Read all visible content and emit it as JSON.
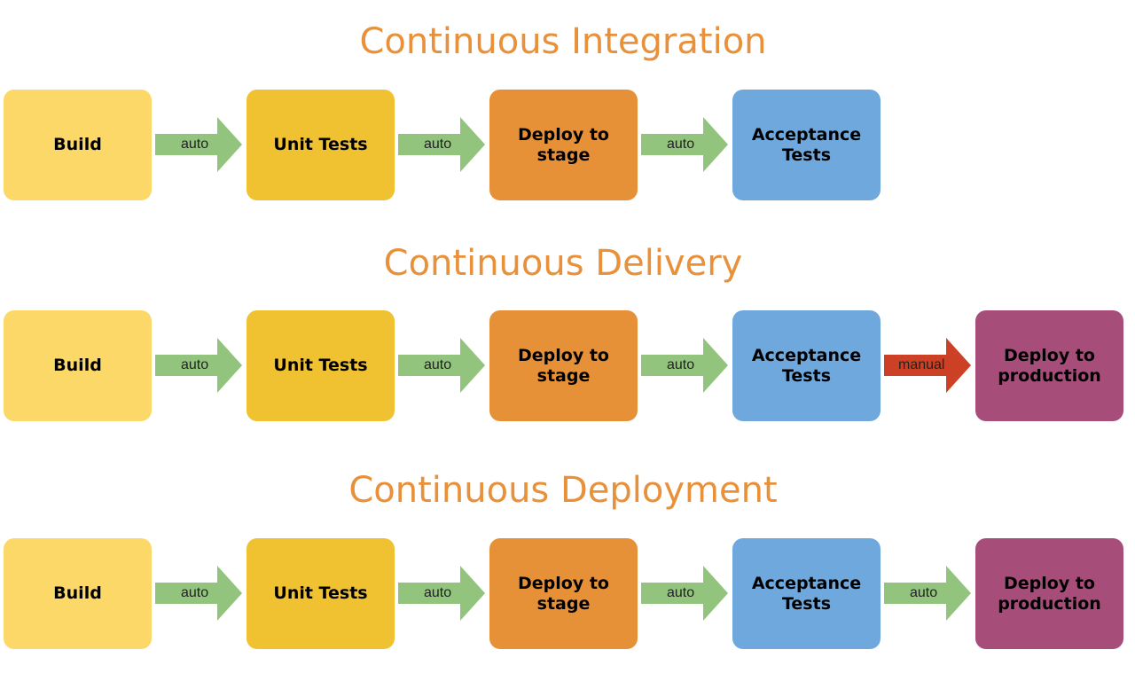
{
  "colors": {
    "build": "#fcd869",
    "unit_tests": "#f0c232",
    "deploy_stage": "#e69138",
    "acceptance": "#6fa8dc",
    "deploy_prod": "#a64d79",
    "arrow_auto": "#93c47d",
    "arrow_manual": "#cc4125",
    "title": "#e8913a"
  },
  "rows": [
    {
      "title": "Continuous Integration",
      "stages": [
        {
          "label": "Build",
          "color": "build"
        },
        {
          "label": "Unit Tests",
          "color": "unit_tests"
        },
        {
          "label": "Deploy to stage",
          "color": "deploy_stage"
        },
        {
          "label": "Acceptance Tests",
          "color": "acceptance"
        }
      ],
      "transitions": [
        "auto",
        "auto",
        "auto"
      ]
    },
    {
      "title": "Continuous Delivery",
      "stages": [
        {
          "label": "Build",
          "color": "build"
        },
        {
          "label": "Unit Tests",
          "color": "unit_tests"
        },
        {
          "label": "Deploy to stage",
          "color": "deploy_stage"
        },
        {
          "label": "Acceptance Tests",
          "color": "acceptance"
        },
        {
          "label": "Deploy to production",
          "color": "deploy_prod"
        }
      ],
      "transitions": [
        "auto",
        "auto",
        "auto",
        "manual"
      ]
    },
    {
      "title": "Continuous Deployment",
      "stages": [
        {
          "label": "Build",
          "color": "build"
        },
        {
          "label": "Unit Tests",
          "color": "unit_tests"
        },
        {
          "label": "Deploy to stage",
          "color": "deploy_stage"
        },
        {
          "label": "Acceptance Tests",
          "color": "acceptance"
        },
        {
          "label": "Deploy to production",
          "color": "deploy_prod"
        }
      ],
      "transitions": [
        "auto",
        "auto",
        "auto",
        "auto"
      ]
    }
  ]
}
